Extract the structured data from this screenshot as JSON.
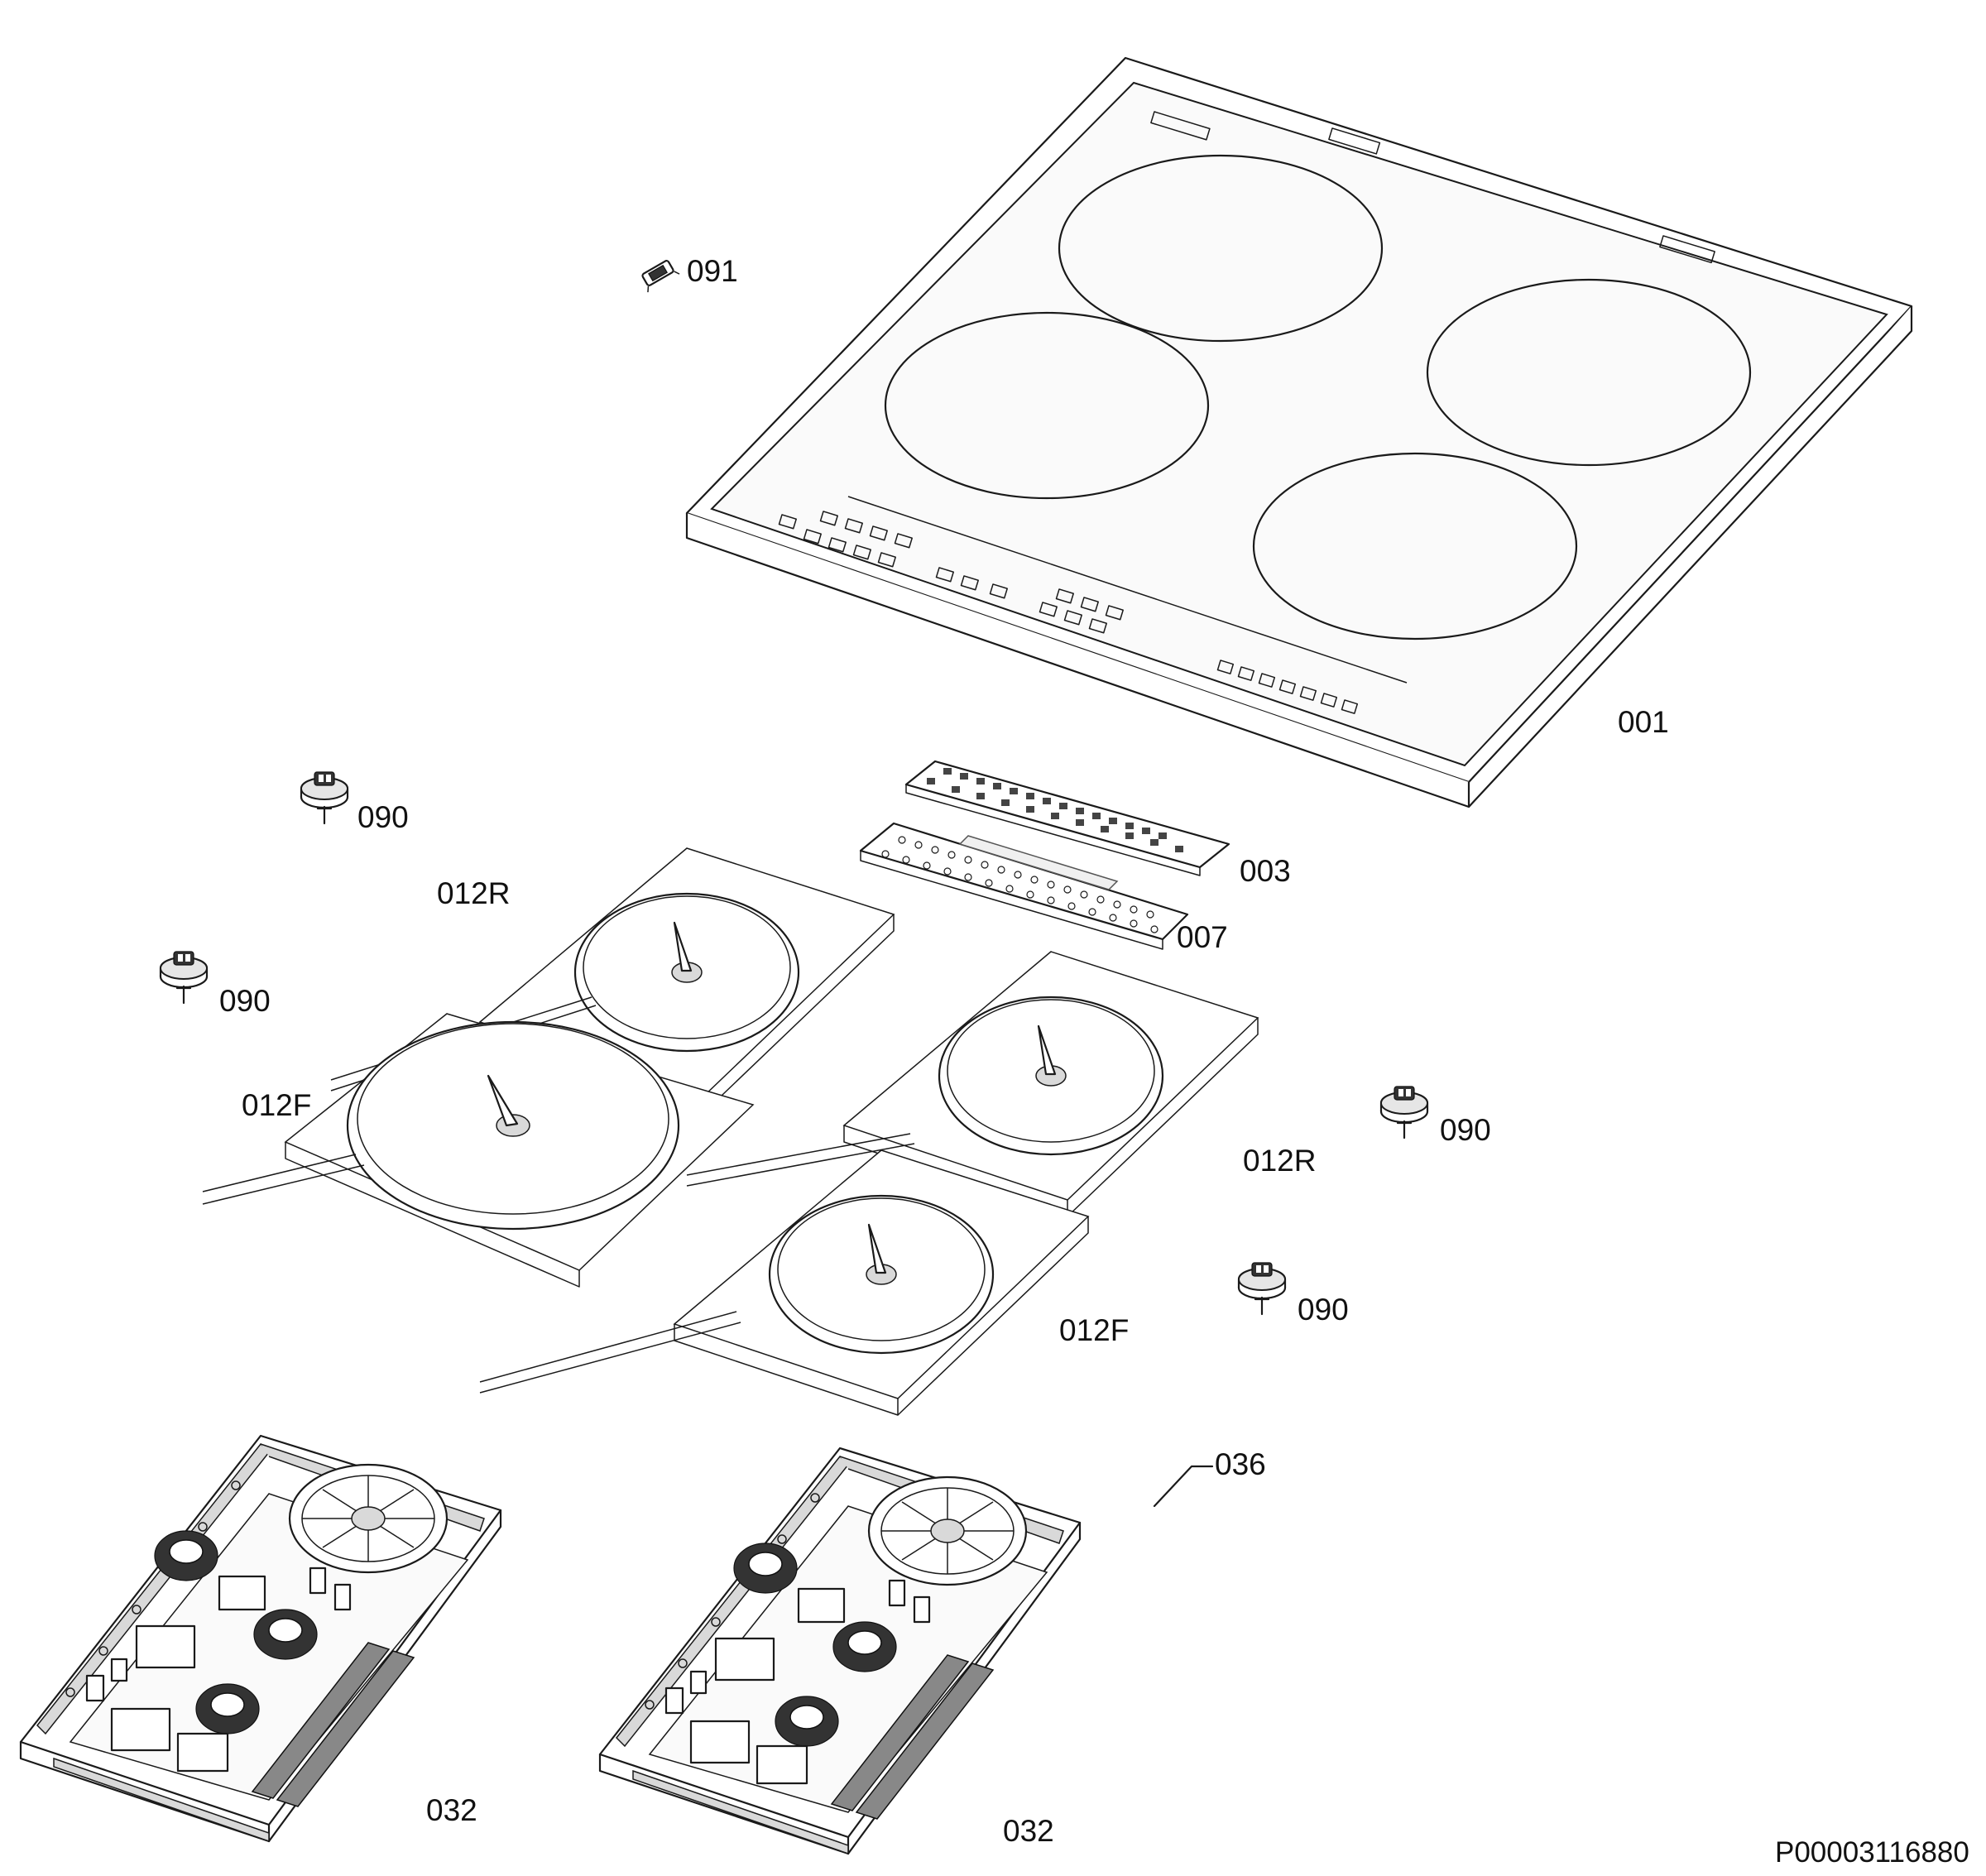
{
  "diagram": {
    "drawing_id": "P00003116880",
    "parts": [
      {
        "id": "glass-top",
        "label": "001"
      },
      {
        "id": "control-board",
        "label": "003"
      },
      {
        "id": "board-carrier",
        "label": "007"
      },
      {
        "id": "heater-rear-left",
        "label": "012R"
      },
      {
        "id": "heater-front-left",
        "label": "012F"
      },
      {
        "id": "heater-rear-right",
        "label": "012R"
      },
      {
        "id": "heater-front-right",
        "label": "012F"
      },
      {
        "id": "generator-left",
        "label": "032"
      },
      {
        "id": "generator-right",
        "label": "032"
      },
      {
        "id": "fan",
        "label": "036"
      },
      {
        "id": "sensor-1",
        "label": "090"
      },
      {
        "id": "sensor-2",
        "label": "090"
      },
      {
        "id": "sensor-3",
        "label": "090"
      },
      {
        "id": "sensor-4",
        "label": "090"
      },
      {
        "id": "clip",
        "label": "091"
      }
    ]
  }
}
